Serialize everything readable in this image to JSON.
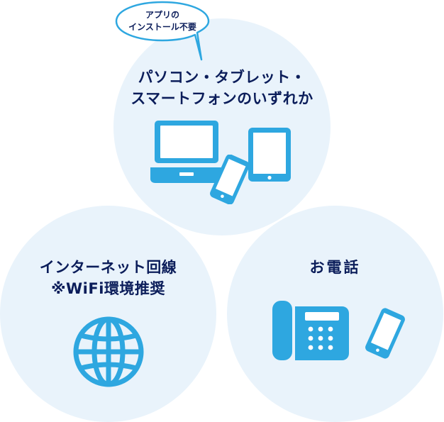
{
  "bubble": {
    "line1": "アプリの",
    "line2": "インストール不要"
  },
  "options": {
    "devices": {
      "line1": "パソコン・タブレット・",
      "line2": "スマートフォンのいずれか",
      "icons": [
        "laptop-icon",
        "tablet-icon",
        "smartphone-icon"
      ]
    },
    "internet": {
      "line1": "インターネット回線",
      "line2": "※WiFi環境推奨",
      "icons": [
        "globe-icon"
      ]
    },
    "phone": {
      "line1": "お電話",
      "icons": [
        "desk-phone-icon",
        "smartphone-icon"
      ]
    }
  },
  "colors": {
    "circle_bg": "#e9f3fb",
    "icon_blue": "#2ea7e0",
    "text_navy": "#0b1d5a",
    "bubble_border": "#2ea7e0"
  }
}
